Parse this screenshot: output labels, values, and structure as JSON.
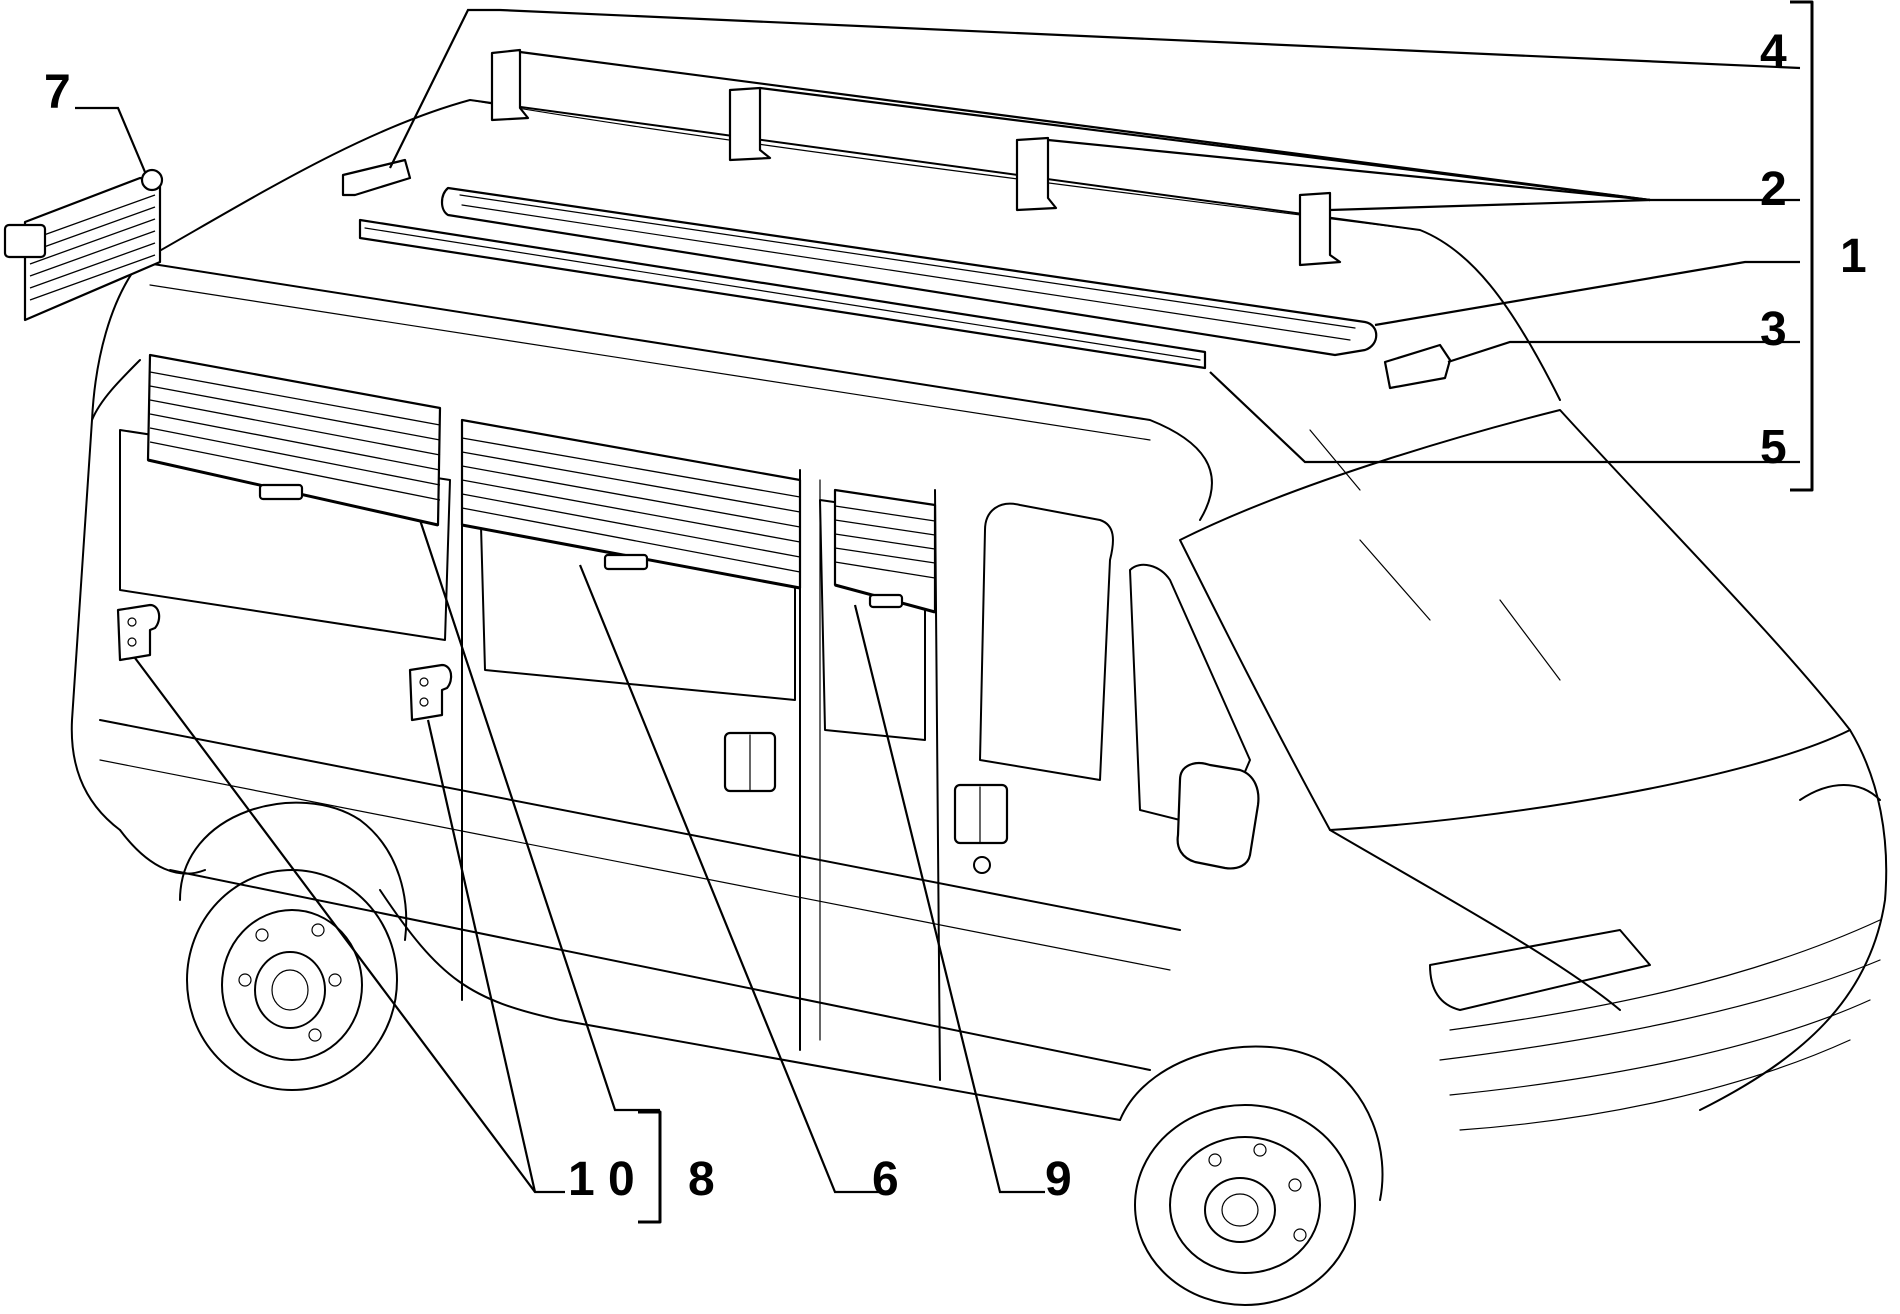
{
  "callouts": {
    "c1": "1",
    "c2": "2",
    "c3": "3",
    "c4": "4",
    "c5": "5",
    "c6": "6",
    "c7": "7",
    "c8": "8",
    "c9": "9",
    "c10": "1 0"
  }
}
